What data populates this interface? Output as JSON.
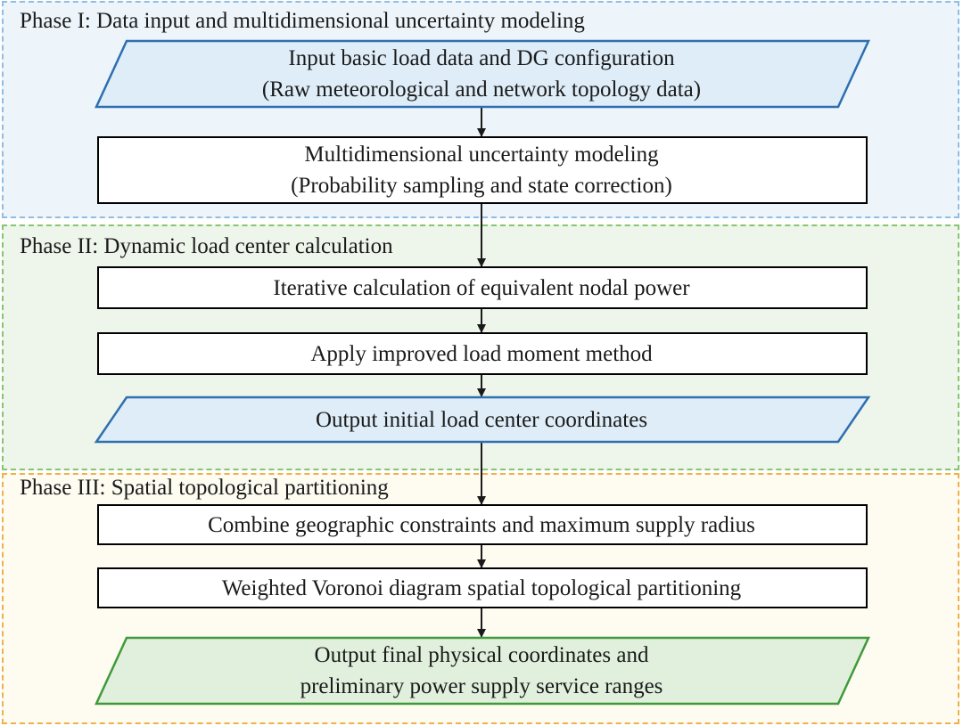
{
  "phases": [
    {
      "title": "Phase I: Data input and multidimensional uncertainty modeling"
    },
    {
      "title": "Phase II: Dynamic load center calculation"
    },
    {
      "title": "Phase III: Spatial topological partitioning"
    }
  ],
  "nodes": [
    {
      "shape": "parallelogram",
      "fill": "#deedf8",
      "stroke": "#2e6fb0",
      "lines": [
        "Input basic load data and DG configuration",
        "(Raw meteorological and network topology data)"
      ]
    },
    {
      "shape": "rectangle",
      "fill": "#ffffff",
      "stroke": "#000000",
      "lines": [
        "Multidimensional uncertainty modeling",
        "(Probability sampling and state correction)"
      ]
    },
    {
      "shape": "rectangle",
      "fill": "#ffffff",
      "stroke": "#000000",
      "lines": [
        "Iterative calculation of equivalent nodal power"
      ]
    },
    {
      "shape": "rectangle",
      "fill": "#ffffff",
      "stroke": "#000000",
      "lines": [
        "Apply improved load moment method"
      ]
    },
    {
      "shape": "parallelogram",
      "fill": "#deedf8",
      "stroke": "#2e6fb0",
      "lines": [
        "Output initial load center coordinates"
      ]
    },
    {
      "shape": "rectangle",
      "fill": "#ffffff",
      "stroke": "#000000",
      "lines": [
        "Combine geographic constraints and maximum supply radius"
      ]
    },
    {
      "shape": "rectangle",
      "fill": "#ffffff",
      "stroke": "#000000",
      "lines": [
        "Weighted Voronoi diagram spatial topological partitioning"
      ]
    },
    {
      "shape": "parallelogram",
      "fill": "#e1f0dd",
      "stroke": "#3f9a3a",
      "lines": [
        "Output final physical coordinates and",
        "preliminary power supply service ranges"
      ]
    }
  ]
}
